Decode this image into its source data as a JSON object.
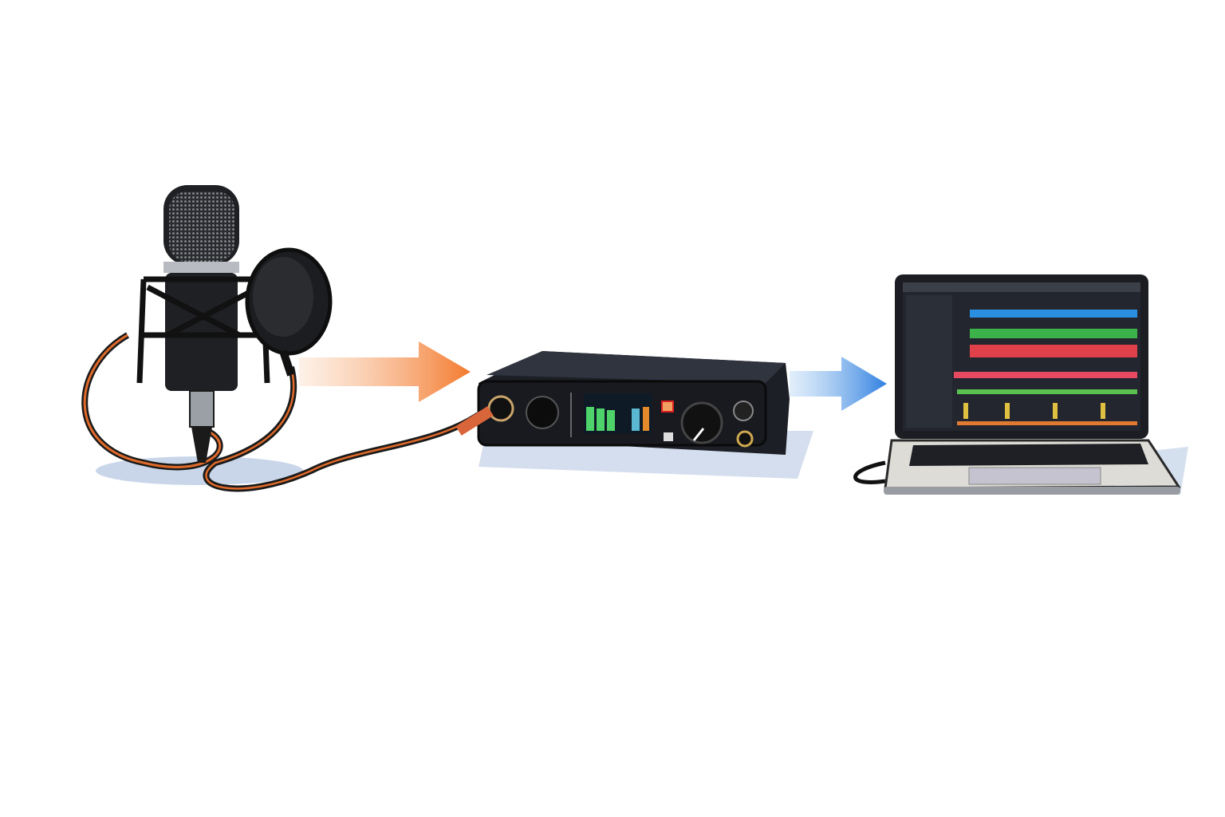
{
  "diagram": {
    "nodes": [
      {
        "id": "microphone",
        "icon": "condenser-microphone-icon"
      },
      {
        "id": "audio-interface",
        "icon": "audio-interface-icon"
      },
      {
        "id": "laptop",
        "icon": "laptop-daw-icon"
      }
    ],
    "edges": [
      {
        "from": "microphone",
        "to": "audio-interface",
        "color": "#f47a2e"
      },
      {
        "from": "audio-interface",
        "to": "laptop",
        "color": "#2f7fe0"
      }
    ]
  },
  "colors": {
    "background": "#ffffff",
    "device_body": "#1c1f26",
    "cable_accent": "#e06a2a",
    "arrow_orange": "#f47a2e",
    "arrow_blue": "#2f7fe0",
    "shadow": "#c9d6ea"
  },
  "daw_tracks": [
    "#2a8fe0",
    "#3cb34a",
    "#e0404a",
    "#e84860"
  ]
}
